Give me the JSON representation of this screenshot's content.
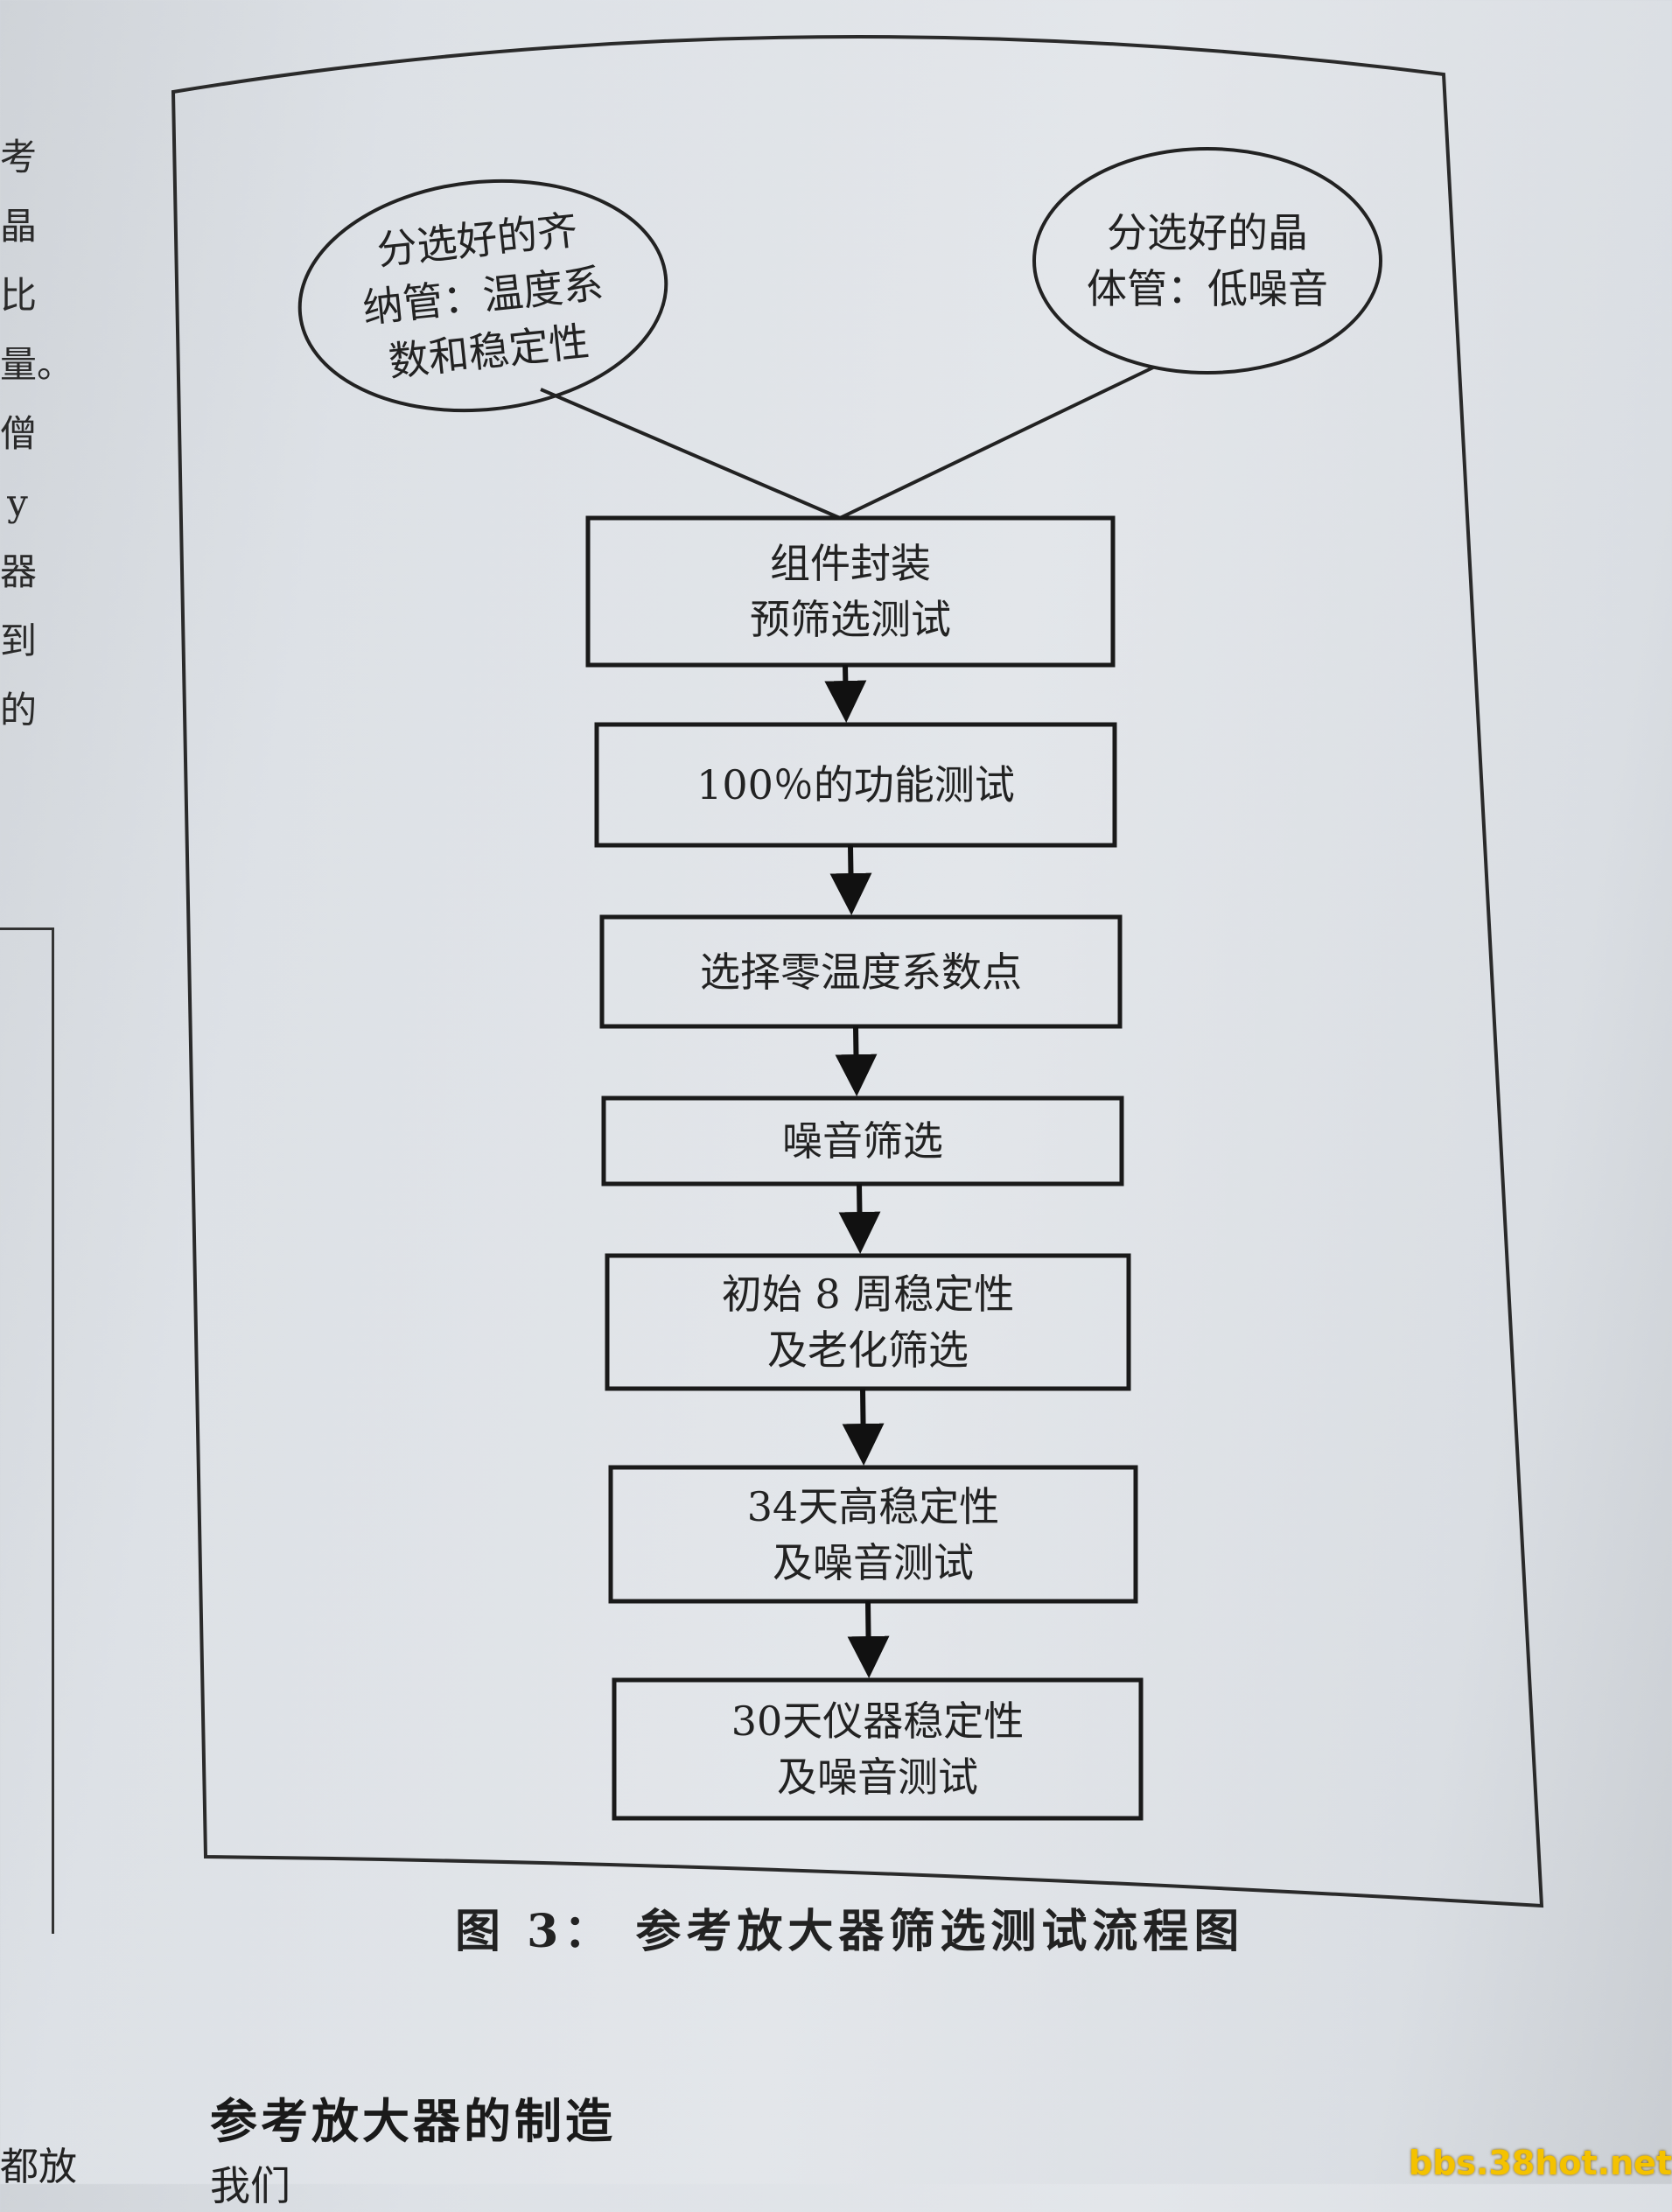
{
  "margin": {
    "left_chars": [
      "考",
      "晶",
      "比",
      "量。",
      "僧",
      "y",
      "器",
      "到",
      "的"
    ],
    "bottom_text": "都放"
  },
  "flowchart": {
    "ellipse_left": {
      "lines": [
        "分选好的齐",
        "纳管：温度系",
        "数和稳定性"
      ]
    },
    "ellipse_right": {
      "lines": [
        "分选好的晶",
        "体管：低噪音"
      ]
    },
    "steps": [
      {
        "lines": [
          "组件封装",
          "预筛选测试"
        ]
      },
      {
        "lines": [
          "100％的功能测试"
        ]
      },
      {
        "lines": [
          "选择零温度系数点"
        ]
      },
      {
        "lines": [
          "噪音筛选"
        ]
      },
      {
        "lines": [
          "初始 8 周稳定性",
          "及老化筛选"
        ]
      },
      {
        "lines": [
          "34天高稳定性",
          "及噪音测试"
        ]
      },
      {
        "lines": [
          "30天仪器稳定性",
          "及噪音测试"
        ]
      }
    ]
  },
  "caption": "图 3：  参考放大器筛选测试流程图",
  "section_heading": "参考放大器的制造",
  "cut_text": "我们",
  "watermark": "bbs.38hot.net"
}
